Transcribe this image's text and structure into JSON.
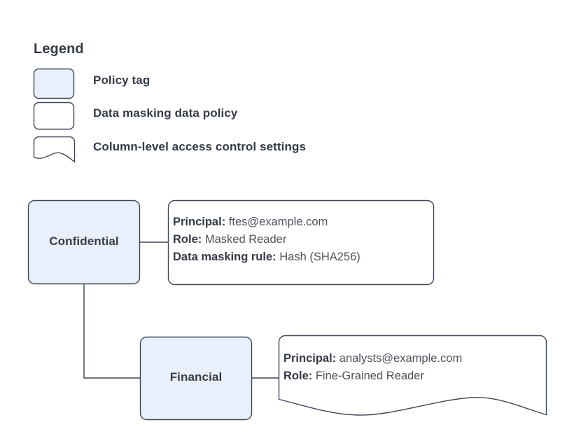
{
  "legend": {
    "title": "Legend",
    "items": [
      {
        "label": "Policy tag",
        "swatch": "rounded-rect-filled",
        "fill": "#e9f0fb"
      },
      {
        "label": "Data masking data policy",
        "swatch": "rounded-rect-outline",
        "fill": "#ffffff"
      },
      {
        "label": "Column-level access control settings",
        "swatch": "wavy-bottom-document",
        "fill": "#ffffff"
      }
    ]
  },
  "nodes": [
    {
      "id": "confidential",
      "label": "Confidential",
      "type": "policy-tag"
    },
    {
      "id": "financial",
      "label": "Financial",
      "type": "policy-tag"
    }
  ],
  "detail_boxes": [
    {
      "id": "masking-policy-confidential",
      "type": "data-masking-data-policy",
      "attached_to": "confidential",
      "lines": [
        {
          "key": "Principal:",
          "value": "ftes@example.com"
        },
        {
          "key": "Role:",
          "value": "Masked Reader"
        },
        {
          "key": "Data masking rule:",
          "value": "Hash (SHA256)"
        }
      ]
    },
    {
      "id": "column-access-financial",
      "type": "column-level-access-control-settings",
      "attached_to": "financial",
      "lines": [
        {
          "key": "Principal:",
          "value": "analysts@example.com"
        },
        {
          "key": "Role:",
          "value": "Fine-Grained Reader"
        }
      ]
    }
  ],
  "connectors": [
    {
      "id": "confidential-to-detail",
      "from": "confidential",
      "to": "masking-policy-confidential",
      "style": "straight"
    },
    {
      "id": "confidential-to-financial",
      "from": "confidential",
      "to": "financial",
      "style": "elbow"
    },
    {
      "id": "financial-to-detail",
      "from": "financial",
      "to": "column-access-financial",
      "style": "straight"
    }
  ],
  "colors": {
    "policy_tag_fill": "#e9f0fb",
    "policy_tag_stroke": "#3d4757",
    "box_fill": "#ffffff",
    "box_stroke": "#3d4757",
    "connector_stroke": "#3d4757",
    "text": "#333b47",
    "value_text": "#4b535e",
    "background": "#ffffff"
  }
}
